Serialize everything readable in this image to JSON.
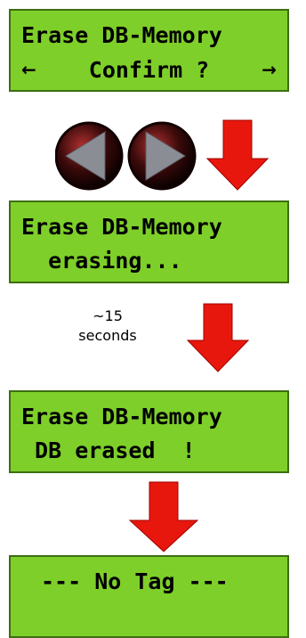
{
  "screens": [
    {
      "line1": "Erase DB-Memory",
      "line2_left_arrow": "←",
      "line2": "Confirm ?",
      "line2_right_arrow": "→"
    },
    {
      "line1": "Erase DB-Memory",
      "line2": "  erasing..."
    },
    {
      "line1": "Erase DB-Memory",
      "line2": " DB erased  !"
    },
    {
      "line1": "--- No Tag ---",
      "line2": ""
    }
  ],
  "wait_label": {
    "line1": "~15",
    "line2": "seconds"
  },
  "colors": {
    "lcd": "#7ecf2a",
    "lcd_border": "#3c6e12",
    "arrow": "#e8170d",
    "button": "#7d8088"
  },
  "icons": [
    "left-button-icon",
    "right-button-icon",
    "down-arrow-icon"
  ]
}
